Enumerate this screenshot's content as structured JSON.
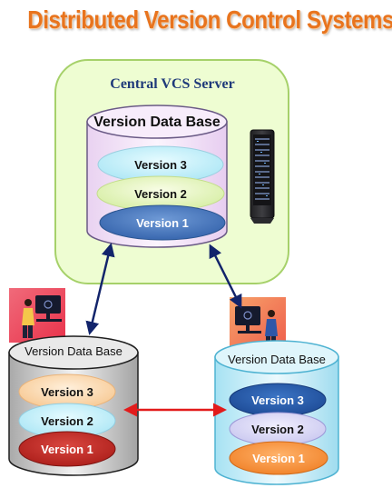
{
  "title": "Distributed Version Control Systems",
  "server": {
    "label": "Central VCS Server",
    "db_label": "Version Data Base",
    "versions": [
      "Version 3",
      "Version 2",
      "Version 1"
    ]
  },
  "client_left": {
    "db_label": "Version Data Base",
    "versions": [
      "Version 3",
      "Version 2",
      "Version 1"
    ]
  },
  "client_right": {
    "db_label": "Version Data Base",
    "versions": [
      "Version 3",
      "Version 2",
      "Version 1"
    ]
  },
  "colors": {
    "title": "#e8741e",
    "server_box_fill": "#eefdd2",
    "server_box_stroke": "#a6d16a",
    "server_label": "#1f3a7a",
    "arrow_blue": "#12246b",
    "arrow_red": "#e21b1b"
  }
}
